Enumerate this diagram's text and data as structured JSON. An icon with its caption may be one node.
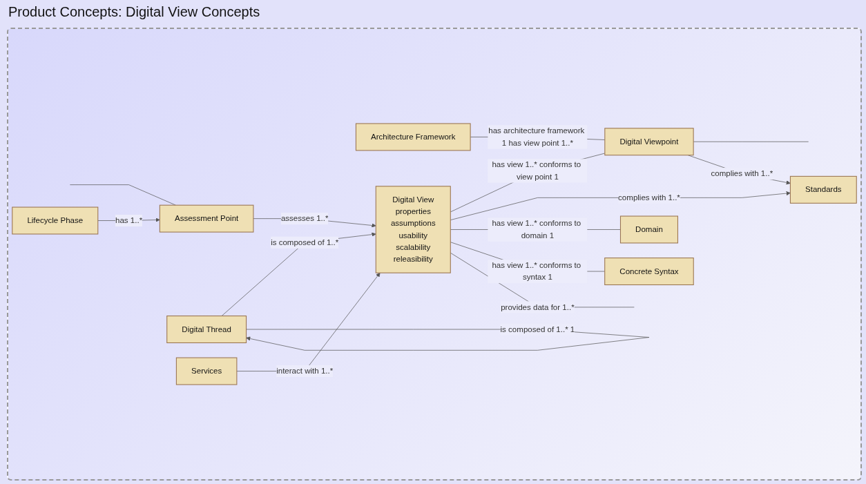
{
  "diagram": {
    "title": "Product Concepts: Digital View Concepts",
    "nodes": [
      {
        "text": [
          "Assessment Point"
        ]
      },
      {
        "text": [
          "Lifecycle Phase"
        ]
      },
      {
        "text": [
          "Architecture Framework"
        ]
      },
      {
        "text": [
          "Digital View",
          "properties",
          "assumptions",
          "usability",
          "scalability",
          "releasibility"
        ]
      },
      {
        "text": [
          "Digital Viewpoint"
        ]
      },
      {
        "text": [
          "Digital Thread"
        ]
      },
      {
        "text": [
          "Services"
        ]
      },
      {
        "text": [
          "Standards"
        ]
      },
      {
        "text": [
          "Domain"
        ]
      },
      {
        "text": [
          "Concrete Syntax"
        ]
      }
    ],
    "edges": [
      {
        "from": null,
        "to": 0,
        "arrow": "none"
      },
      {
        "from": 1,
        "to": 0,
        "arrow": "to",
        "label": "has 1..*"
      },
      {
        "from": 0,
        "to": 3,
        "arrow": "to",
        "label": "assesses 1..*"
      },
      {
        "from": 2,
        "to": 4,
        "arrow": "none",
        "label": "has architecture framework 1 has view point 1..*"
      },
      {
        "from": 3,
        "to": 4,
        "arrow": "none",
        "label": "has view 1..* conforms to view point 1"
      },
      {
        "from": 4,
        "to": null,
        "arrow": "none"
      },
      {
        "from": 5,
        "to": 3,
        "arrow": "to",
        "label": "is composed of 1..*"
      },
      {
        "from": 5,
        "to": 5,
        "arrow": "to",
        "label": "is composed of 1..* 1"
      },
      {
        "from": 6,
        "to": 3,
        "arrow": "to",
        "label": "interact with 1..*"
      },
      {
        "from": 4,
        "to": 7,
        "arrow": "to",
        "label": "complies with 1..*"
      },
      {
        "from": 3,
        "to": 7,
        "arrow": "to",
        "label": "complies with 1..*"
      },
      {
        "from": 3,
        "to": 8,
        "arrow": "none",
        "label": "has view 1..* conforms to domain 1"
      },
      {
        "from": 3,
        "to": 9,
        "arrow": "none",
        "label": "has view 1..* conforms to syntax 1"
      },
      {
        "from": 3,
        "to": null,
        "arrow": "none",
        "label": "provides data for 1..*"
      }
    ]
  }
}
